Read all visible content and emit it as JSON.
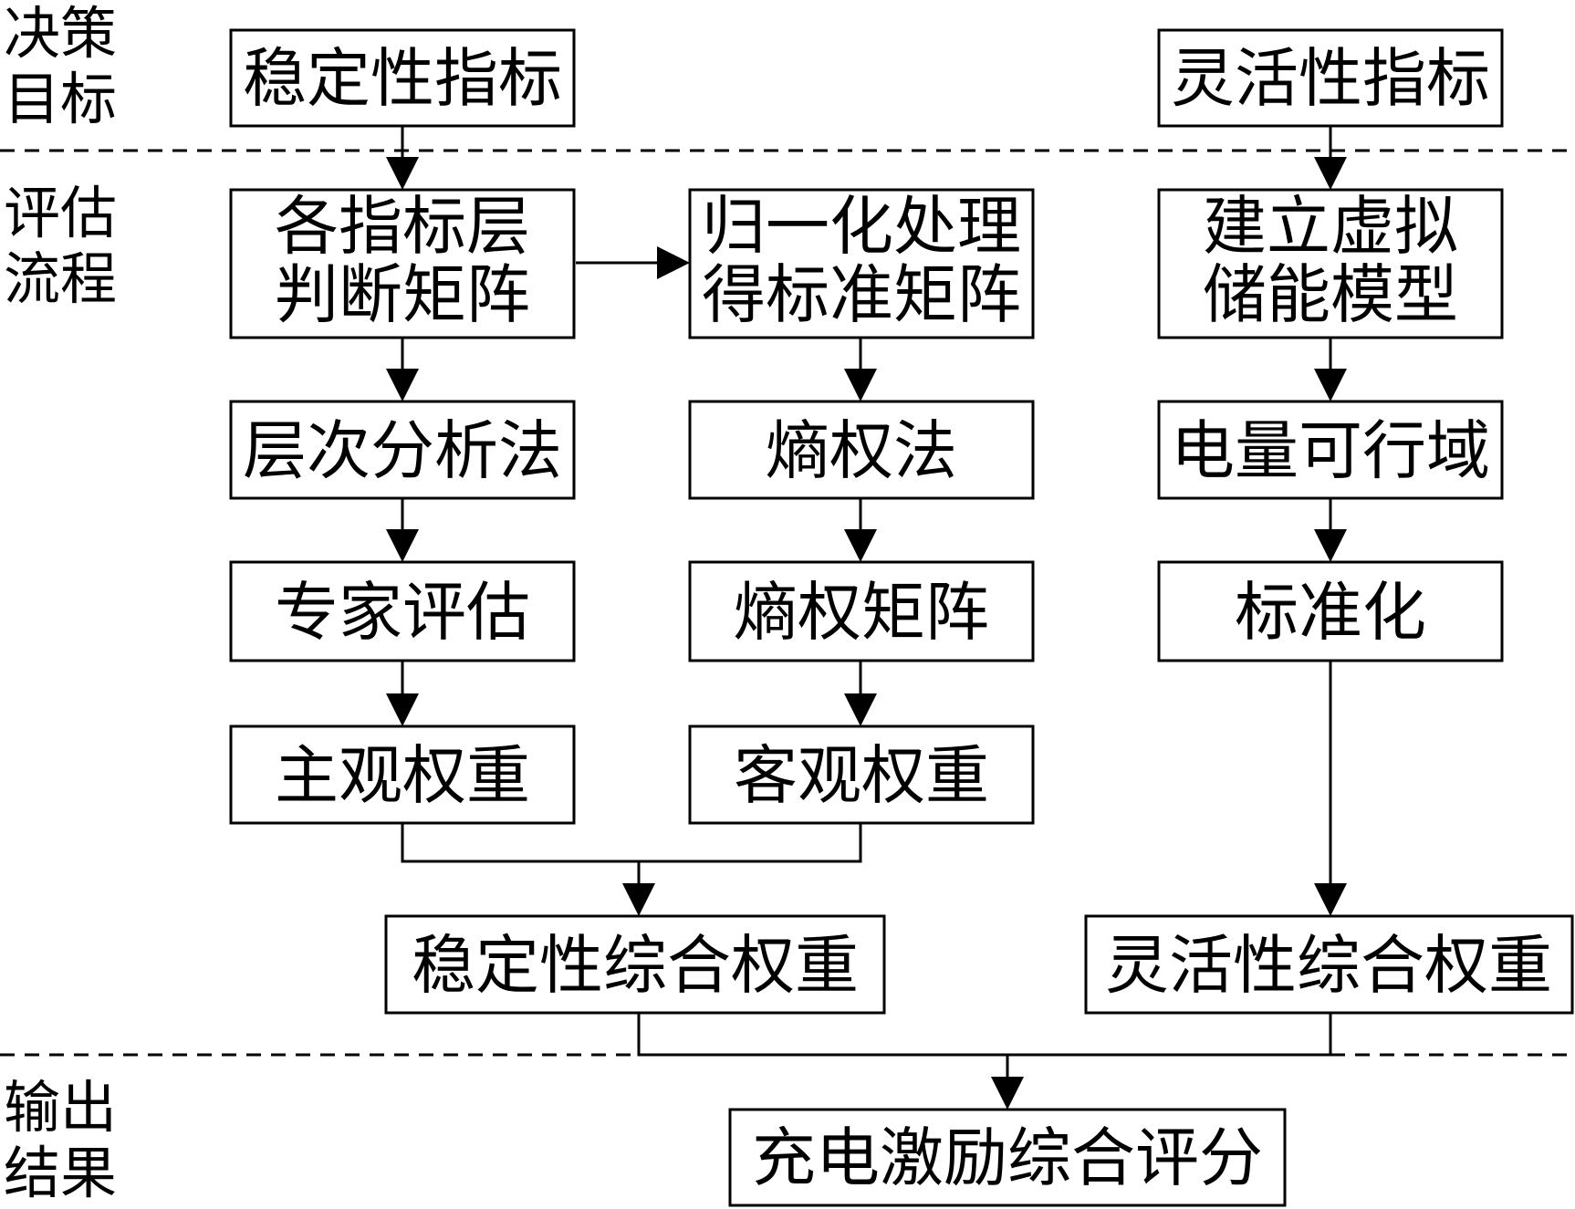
{
  "sections": {
    "decision_goal": [
      "决策",
      "目标"
    ],
    "evaluation_process": [
      "评估",
      "流程"
    ],
    "output_result": [
      "输出",
      "结果"
    ]
  },
  "nodes": {
    "stability_index": [
      "稳定性指标"
    ],
    "judgment_matrix": [
      "各指标层",
      "判断矩阵"
    ],
    "ahp": [
      "层次分析法"
    ],
    "expert_eval": [
      "专家评估"
    ],
    "subjective_weight": [
      "主观权重"
    ],
    "normalization": [
      "归一化处理",
      "得标准矩阵"
    ],
    "entropy_method": [
      "熵权法"
    ],
    "entropy_matrix": [
      "熵权矩阵"
    ],
    "objective_weight": [
      "客观权重"
    ],
    "stability_composite_weight": [
      "稳定性综合权重"
    ],
    "flexibility_index": [
      "灵活性指标"
    ],
    "virtual_storage_model": [
      "建立虚拟",
      "储能模型"
    ],
    "feasible_region": [
      "电量可行域"
    ],
    "standardization": [
      "标准化"
    ],
    "flexibility_composite_weight": [
      "灵活性综合权重"
    ],
    "charging_incentive_score": [
      "充电激励综合评分"
    ]
  },
  "edges": [
    [
      "stability_index",
      "judgment_matrix"
    ],
    [
      "judgment_matrix",
      "normalization"
    ],
    [
      "judgment_matrix",
      "ahp"
    ],
    [
      "ahp",
      "expert_eval"
    ],
    [
      "expert_eval",
      "subjective_weight"
    ],
    [
      "normalization",
      "entropy_method"
    ],
    [
      "entropy_method",
      "entropy_matrix"
    ],
    [
      "entropy_matrix",
      "objective_weight"
    ],
    [
      "subjective_weight",
      "stability_composite_weight"
    ],
    [
      "objective_weight",
      "stability_composite_weight"
    ],
    [
      "flexibility_index",
      "virtual_storage_model"
    ],
    [
      "virtual_storage_model",
      "feasible_region"
    ],
    [
      "feasible_region",
      "standardization"
    ],
    [
      "standardization",
      "flexibility_composite_weight"
    ],
    [
      "stability_composite_weight",
      "charging_incentive_score"
    ],
    [
      "flexibility_composite_weight",
      "charging_incentive_score"
    ]
  ]
}
